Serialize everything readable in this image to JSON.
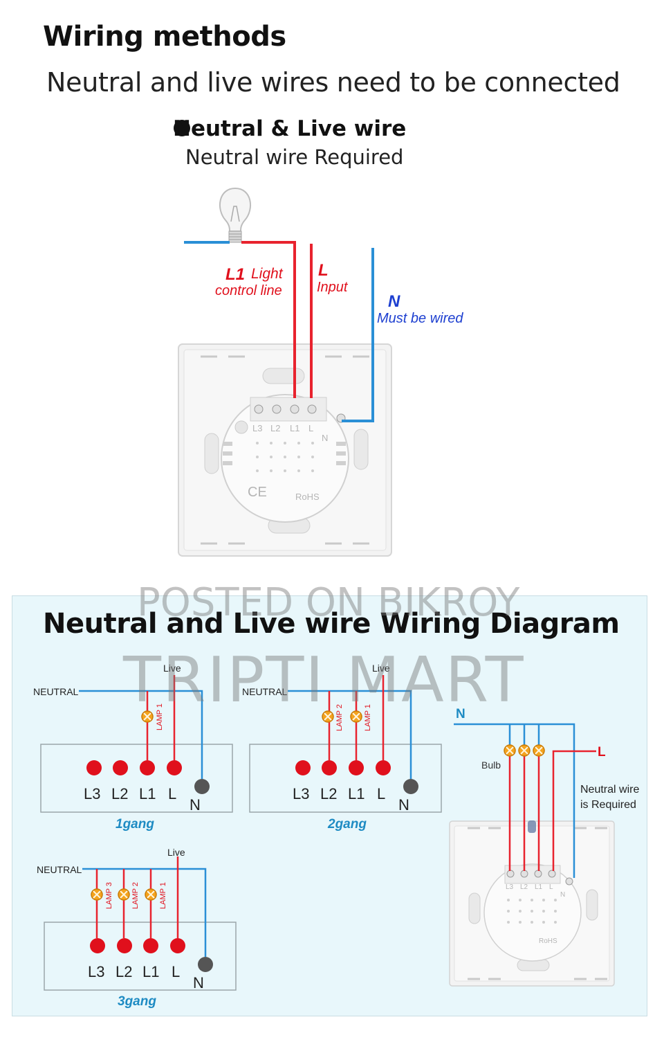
{
  "header": {
    "title": "Wiring methods",
    "subtitle": "Neutral and live wires need to be connected"
  },
  "option": {
    "heading": "Neutral & Live wire",
    "subheading": "Neutral wire Required"
  },
  "top_diagram": {
    "l1_code": "L1",
    "l1_label_line1": "Light",
    "l1_label_line2": "control line",
    "l_code": "L",
    "l_label": "Input",
    "n_code": "N",
    "n_label": "Must be wired",
    "terminals": [
      "L3",
      "L2",
      "L1",
      "L"
    ],
    "terminal_n": "N",
    "rohs": "RoHS",
    "ce": "CE"
  },
  "diagram": {
    "title": "Neutral and Live wire Wiring Diagram",
    "neutral_label": "NEUTRAL",
    "live_label": "Live",
    "terminals": [
      "L3",
      "L2",
      "L1",
      "L"
    ],
    "terminal_n": "N",
    "gang1": {
      "label": "1gang",
      "lamps": [
        "LAMP 1"
      ]
    },
    "gang2": {
      "label": "2gang",
      "lamps": [
        "LAMP 2",
        "LAMP 1"
      ]
    },
    "gang3": {
      "label": "3gang",
      "lamps": [
        "LAMP 3",
        "LAMP 2",
        "LAMP 1"
      ]
    },
    "right": {
      "n_label": "N",
      "l_label": "L",
      "bulb_label": "Bulb",
      "note_line1": "Neutral wire",
      "note_line2": "is Required",
      "terminals": [
        "L3",
        "L2",
        "L1",
        "L"
      ],
      "terminal_n": "N",
      "rohs": "RoHS"
    }
  },
  "watermark": {
    "line1": "POSTED ON BIKROY",
    "line2": "TRIPTI MART"
  },
  "colors": {
    "red_wire": "#e8232e",
    "blue_wire": "#2a8fd6",
    "terminal_red": "#e0101c",
    "terminal_gray": "#555555",
    "gang_label": "#1e8bc3",
    "lamp": "#f0a020",
    "panel_bg": "#e8f7fb"
  }
}
